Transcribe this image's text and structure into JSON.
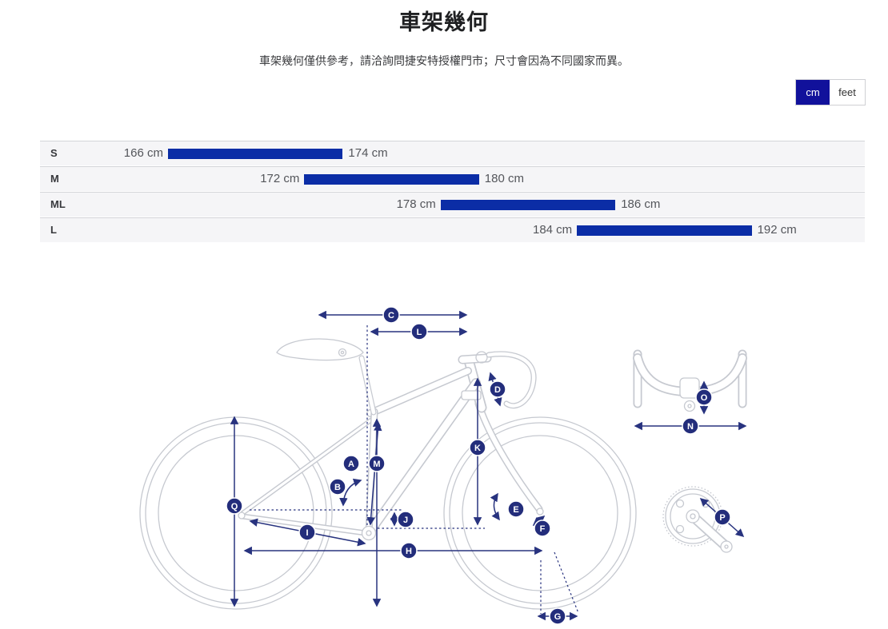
{
  "page": {
    "title": "車架幾何",
    "subtitle": "車架幾何僅供參考，請洽詢問捷安特授權門市；尺寸會因為不同國家而異。"
  },
  "unit_toggle": {
    "options": [
      {
        "label": "cm",
        "selected": true
      },
      {
        "label": "feet",
        "selected": false
      }
    ]
  },
  "chart_data": {
    "type": "bar",
    "subtype": "rider-height-range",
    "unit": "cm",
    "rows": [
      {
        "size": "S",
        "min": 166,
        "max": 174,
        "min_label": "166 cm",
        "max_label": "174 cm"
      },
      {
        "size": "M",
        "min": 172,
        "max": 180,
        "min_label": "172 cm",
        "max_label": "180 cm"
      },
      {
        "size": "ML",
        "min": 178,
        "max": 186,
        "min_label": "178 cm",
        "max_label": "186 cm"
      },
      {
        "size": "L",
        "min": 184,
        "max": 192,
        "min_label": "184 cm",
        "max_label": "192 cm"
      }
    ],
    "bar_color": "#0b2da6",
    "selected_unit_color": "#11119b",
    "label_circle_color": "#232d7b"
  },
  "diagram": {
    "labels": [
      "A",
      "B",
      "C",
      "D",
      "E",
      "F",
      "G",
      "H",
      "I",
      "J",
      "K",
      "L",
      "M",
      "N",
      "O",
      "P",
      "Q"
    ]
  }
}
